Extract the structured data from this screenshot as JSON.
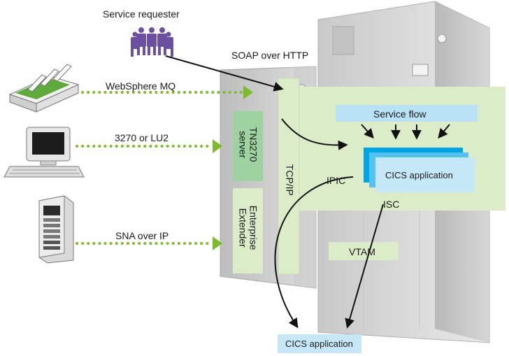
{
  "labels": {
    "service_requester": "Service requester",
    "soap": "SOAP over HTTP",
    "websphere_mq": "WebSphere MQ",
    "lu2": "3270 or LU2",
    "sna": "SNA over IP",
    "tn3270_line1": "TN3270",
    "tn3270_line2": "server",
    "ee_line1": "Enterprise",
    "ee_line2": "Extender",
    "tcpip": "TCP/IP",
    "service_flow": "Service flow",
    "cics_app_inner": "CICS application",
    "ipic": "IPIC",
    "isc": "ISC",
    "vtam": "VTAM",
    "cics_app_bottom": "CICS application"
  },
  "colors": {
    "region_green": "#dcebc8",
    "tn3270_green": "#9ed3a1",
    "service_flow_blue": "#b9e2f6",
    "cics_blue_back": "#00a4e4",
    "cics_blue_mid": "#54c2ef",
    "cics_blue_front": "#c6e7f7",
    "dotted_green": "#7dbb2a",
    "arrow": "#111111",
    "requester_purple": "#6b4fa0",
    "mainframe_gray": "#d6d6d6"
  },
  "icons": [
    "people-icon",
    "tray-icon",
    "terminal-icon",
    "server-icon"
  ]
}
